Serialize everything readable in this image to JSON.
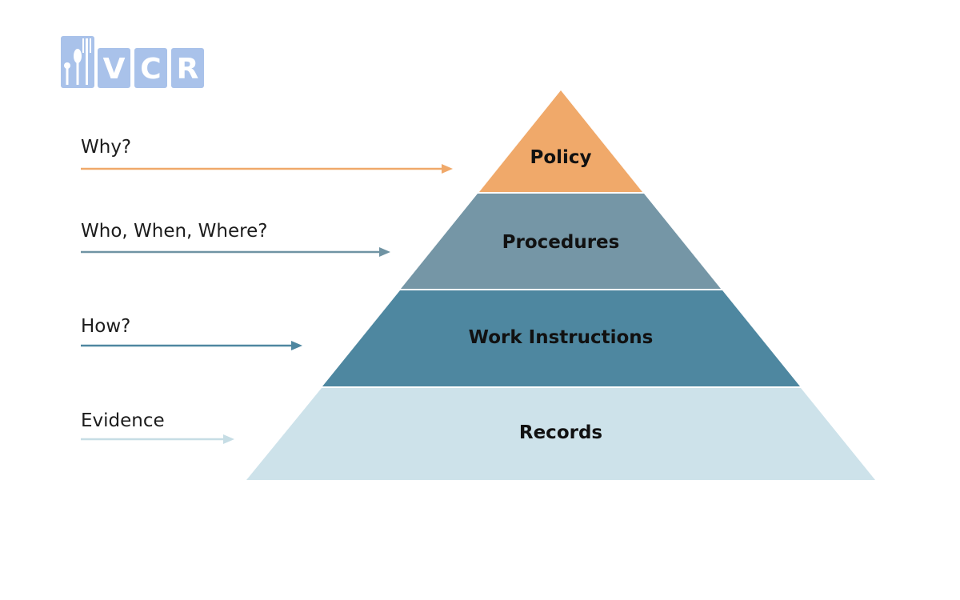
{
  "logo": {
    "text": "VCR",
    "color": "#a9c2ea"
  },
  "colors": {
    "policy": "#f0a96a",
    "procedures": "#7596a6",
    "work_instructions": "#4e87a0",
    "records": "#cde2ea",
    "arrow_why": "#f0a96a",
    "arrow_who": "#6f93a3",
    "arrow_how": "#4e87a0",
    "arrow_evidence": "#c6dde5"
  },
  "pyramid": {
    "tiers": [
      {
        "label": "Policy"
      },
      {
        "label": "Procedures"
      },
      {
        "label": "Work Instructions"
      },
      {
        "label": "Records"
      }
    ]
  },
  "questions": [
    {
      "label": "Why?"
    },
    {
      "label": "Who, When, Where?"
    },
    {
      "label": "How?"
    },
    {
      "label": "Evidence"
    }
  ]
}
